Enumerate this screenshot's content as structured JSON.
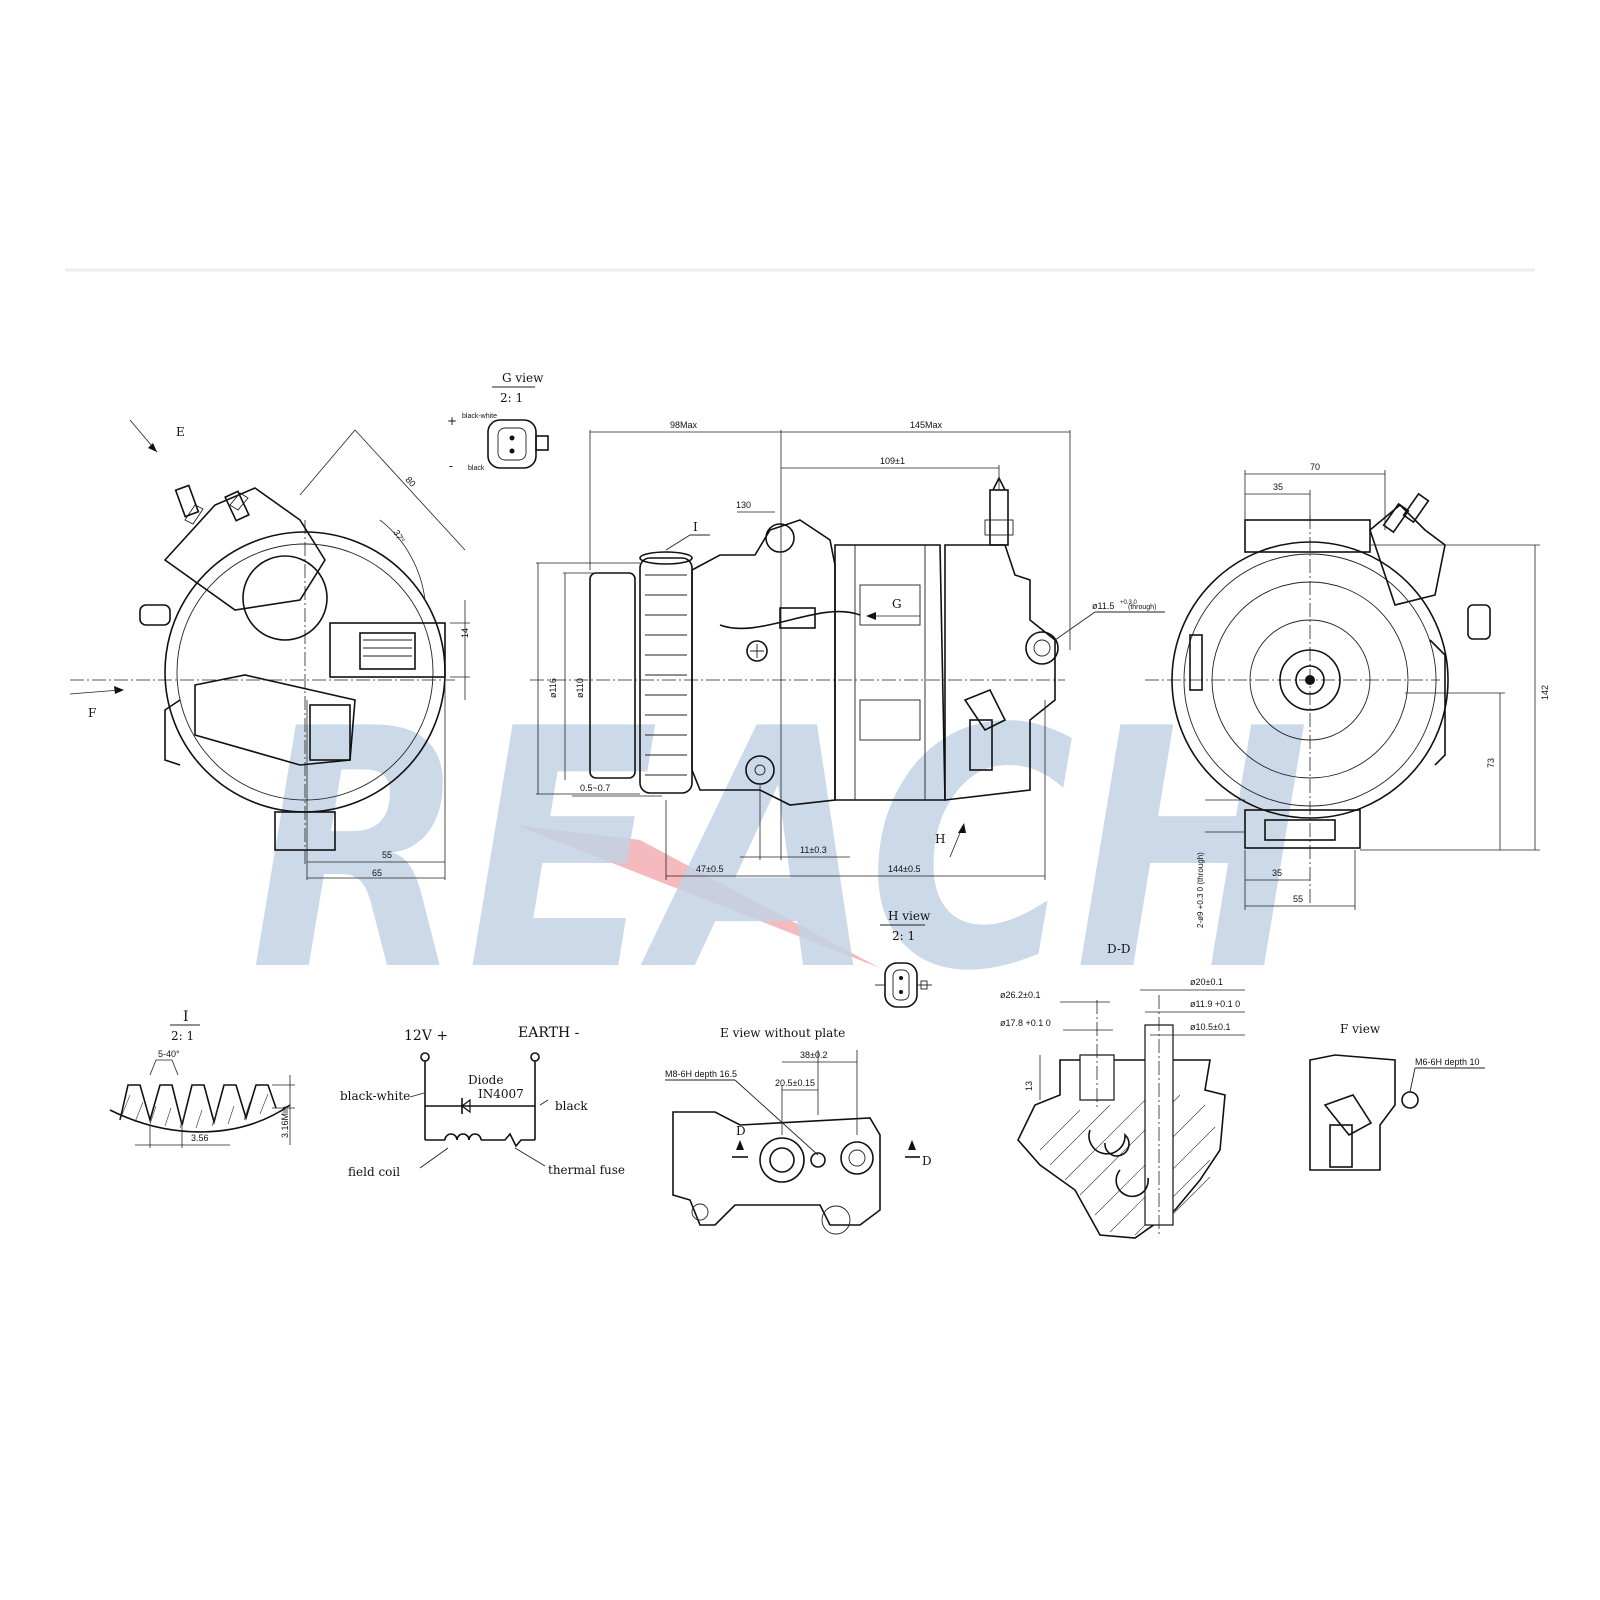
{
  "watermark": {
    "text": "REACH",
    "color": "#c3d3e6",
    "accent": "#f3a9ad"
  },
  "labels": {
    "view_e_arrow": "E",
    "view_f_arrow": "F",
    "view_h_arrow": "H",
    "g_label": "G",
    "i_label": "I",
    "g_view": "G view",
    "g_scale": "2: 1",
    "g_black_white": "black-white",
    "g_black": "black",
    "g_plus": "+",
    "g_minus": "-",
    "h_view": "H view",
    "h_scale": "2: 1",
    "dd_title": "D-D",
    "i_view": "I",
    "i_scale": "2: 1",
    "i_angle": "5-40°",
    "i_pitch": "3.56",
    "i_depth": "3.16Min",
    "circuit_12v": "12V +",
    "circuit_earth": "EARTH -",
    "circuit_diode": "Diode",
    "circuit_diode_part": "IN4007",
    "circuit_black_white": "black-white",
    "circuit_black": "black",
    "circuit_field_coil": "field coil",
    "circuit_thermal_fuse": "thermal fuse",
    "e_view": "E view without plate",
    "e_thread": "M8-6H depth 16.5",
    "e_dim_38": "38±0.2",
    "e_dim_205": "20.5±0.15",
    "e_d1": "D",
    "e_d2": "D",
    "f_view": "F view",
    "f_thread": "M6-6H depth 10",
    "through_hole": "ø11.5",
    "through_tol": "+0.3 0",
    "through_note": "(through)"
  },
  "dims": {
    "left_80": "80",
    "left_37": "37°",
    "left_14": "14",
    "left_55": "55",
    "left_65": "65",
    "mid_98max": "98Max",
    "mid_145max": "145Max",
    "mid_109": "109±1",
    "mid_130": "130",
    "mid_116": "ø116",
    "mid_110": "ø110",
    "mid_05_07": "0.5~0.7",
    "mid_11": "11±0.3",
    "mid_47": "47±0.5",
    "mid_144": "144±0.5",
    "right_70": "70",
    "right_35_top": "35",
    "right_142": "142",
    "right_73": "73",
    "right_35_bot": "35",
    "right_55": "55",
    "right_holes": "2-ø9 +0.3 0 (through)",
    "dd_262": "ø26.2±0.1",
    "dd_20": "ø20±0.1",
    "dd_178": "ø17.8 +0.1 0",
    "dd_119": "ø11.9 +0.1 0",
    "dd_105": "ø10.5±0.1",
    "dd_13": "13"
  }
}
